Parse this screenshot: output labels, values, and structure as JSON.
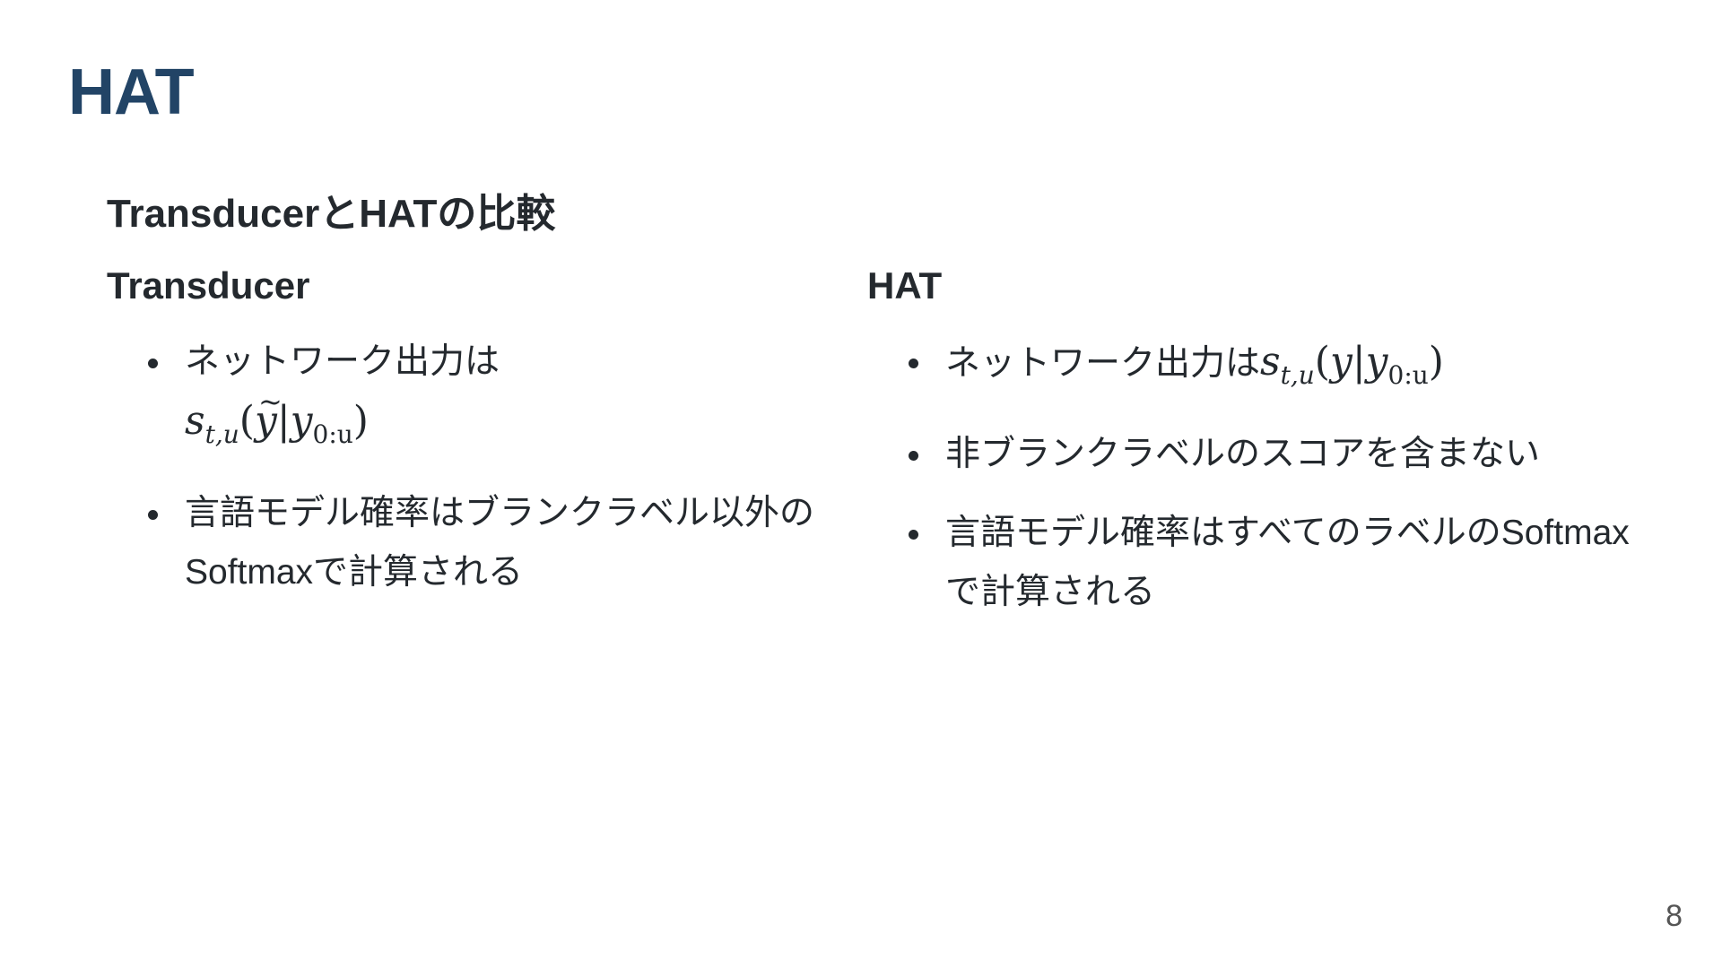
{
  "slide": {
    "title": "HAT",
    "section_heading": "TransducerとHATの比較",
    "page_number": "8"
  },
  "columns": [
    {
      "heading": "Transducer",
      "items": [
        {
          "text": "ネットワーク出力は",
          "math": {
            "base": "s",
            "sub": "t,u",
            "open": "(",
            "arg": "y",
            "sep": "|",
            "arg2": "y",
            "arg2_sub": "0:u",
            "close": ")"
          }
        },
        {
          "text": "言語モデル確率はブランクラベル以外のSoftmaxで計算される"
        }
      ]
    },
    {
      "heading": "HAT",
      "items": [
        {
          "text": "ネットワーク出力は",
          "math": {
            "base": "s",
            "sub": "t,u",
            "open": "(",
            "arg": "y",
            "sep": "|",
            "arg2": "y",
            "arg2_sub": "0:u",
            "close": ")"
          }
        },
        {
          "text": "非ブランクラベルのスコアを含まない"
        },
        {
          "text": "言語モデル確率はすべてのラベルのSoftmaxで計算される"
        }
      ]
    }
  ]
}
